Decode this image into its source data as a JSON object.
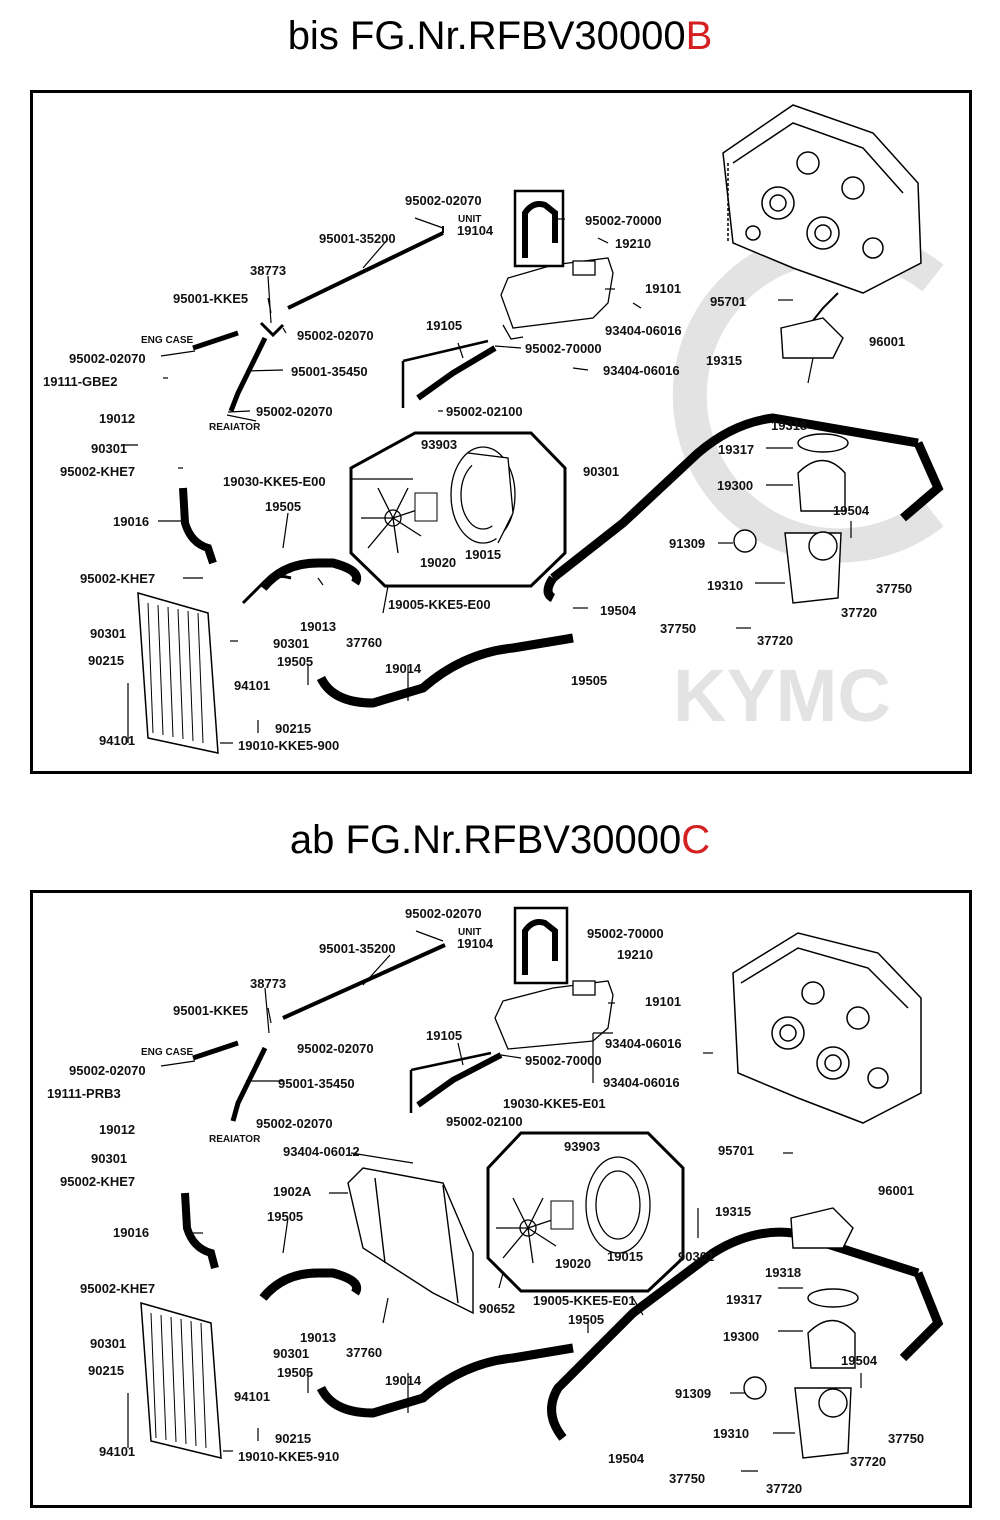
{
  "headings": {
    "top": {
      "prefix": "bis FG.Nr.RFBV30000",
      "suffix": "B"
    },
    "bottom": {
      "prefix": "ab FG.Nr.RFBV30000",
      "suffix": "C"
    }
  },
  "colors": {
    "accent_suffix": "#d42020",
    "line": "#000000",
    "watermark": "#e3e3e3"
  },
  "watermark_text": "KYMC",
  "top_panel": {
    "labels": {
      "p95002_02070_a": "95002-02070",
      "unit": "UNIT",
      "p19104": "19104",
      "p95001_35200": "95001-35200",
      "p95002_70000_a": "95002-70000",
      "p19210": "19210",
      "p38773": "38773",
      "p19101": "19101",
      "p95001_kke5": "95001-KKE5",
      "p95002_02070_b": "95002-02070",
      "p93404_06016_a": "93404-06016",
      "eng_case": "ENG CASE",
      "p19105": "19105",
      "p95002_70000_b": "95002-70000",
      "p95002_02070_c": "95002-02070",
      "p95001_35450": "95001-35450",
      "p93404_06016_b": "93404-06016",
      "p19111": "19111-GBE2",
      "p19012": "19012",
      "p95002_02070_d": "95002-02070",
      "reaiator": "REAIATOR",
      "p95002_02100": "95002-02100",
      "p90301_a": "90301",
      "p93903": "93903",
      "p90301_b": "90301",
      "p95002_khe7_a": "95002-KHE7",
      "p19030": "19030-KKE5-E00",
      "p19016": "19016",
      "p19505_a": "19505",
      "p19020": "19020",
      "p19015": "19015",
      "p95002_khe7_b": "95002-KHE7",
      "p19005": "19005-KKE5-E00",
      "p19013": "19013",
      "p37760": "37760",
      "p90301_c": "90301",
      "p90301_d": "90301",
      "p19505_b": "19505",
      "p90215_a": "90215",
      "p94101_a": "94101",
      "p19014": "19014",
      "p19505_c": "19505",
      "p94101_b": "94101",
      "p90215_b": "90215",
      "p19010": "19010-KKE5-900",
      "p95701": "95701",
      "p96001": "96001",
      "p19315": "19315",
      "p19318": "19318",
      "p19317": "19317",
      "p19300": "19300",
      "p19504_a": "19504",
      "p91309": "91309",
      "p19310": "19310",
      "p37750_a": "37750",
      "p37720_a": "37720",
      "p19504_b": "19504",
      "p37750_b": "37750",
      "p37720_b": "37720"
    }
  },
  "bottom_panel": {
    "labels": {
      "p95002_02070_a": "95002-02070",
      "unit": "UNIT",
      "p19104": "19104",
      "p95001_35200": "95001-35200",
      "p95002_70000_a": "95002-70000",
      "p19210": "19210",
      "p38773": "38773",
      "p19101": "19101",
      "p95001_kke5": "95001-KKE5",
      "p93404_06016_a": "93404-06016",
      "eng_case": "ENG CASE",
      "p95002_02070_b": "95002-02070",
      "p19105": "19105",
      "p95002_70000_b": "95002-70000",
      "p95002_02070_c": "95002-02070",
      "p95001_35450": "95001-35450",
      "p93404_06016_b": "93404-06016",
      "p19111": "19111-PRB3",
      "p19030": "19030-KKE5-E01",
      "p95002_02100": "95002-02100",
      "p19012": "19012",
      "p95002_02070_d": "95002-02070",
      "reaiator": "REAIATOR",
      "p90301_a": "90301",
      "p93903": "93903",
      "p93404_06012": "93404-06012",
      "p95701": "95701",
      "p95002_khe7_a": "95002-KHE7",
      "p96001": "96001",
      "p1902a": "1902A",
      "p19016": "19016",
      "p19505_a": "19505",
      "p19315": "19315",
      "p19020": "19020",
      "p19015": "19015",
      "p90301_b": "90301",
      "p19318": "19318",
      "p95002_khe7_b": "95002-KHE7",
      "p90652": "90652",
      "p19005": "19005-KKE5-E01",
      "p19505_b": "19505",
      "p19317": "19317",
      "p19013": "19013",
      "p90301_c": "90301",
      "p37760": "37760",
      "p19300": "19300",
      "p90301_d": "90301",
      "p19505_c": "19505",
      "p19504_a": "19504",
      "p90215_a": "90215",
      "p19014": "19014",
      "p94101_a": "94101",
      "p91309": "91309",
      "p94101_b": "94101",
      "p90215_b": "90215",
      "p19310": "19310",
      "p37750_a": "37750",
      "p19010": "19010-KKE5-910",
      "p37720_a": "37720",
      "p19504_b": "19504",
      "p37750_b": "37750",
      "p37720_b": "37720"
    }
  }
}
